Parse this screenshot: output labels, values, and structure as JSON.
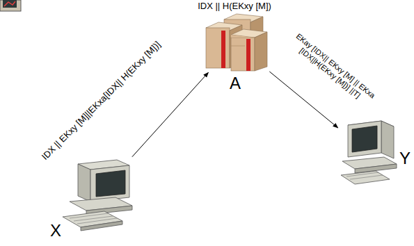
{
  "diagram": {
    "nodes": [
      {
        "text": [
          "IDX || H(EKxy [M])",
          "A"
        ]
      },
      {
        "text": [
          "Y"
        ]
      },
      {
        "text": [
          "X"
        ]
      }
    ],
    "edges": [
      {
        "from": 2,
        "to": 0,
        "arrow": "to",
        "label": "IDX || EKxy [M]||EKxa[IDX|| H(EKxy [M])]"
      },
      {
        "from": 0,
        "to": 1,
        "arrow": "to",
        "label": "EKay [IDX|| EKxy [M] || EKxa [IDX||H(EKxy [M])] ||T]"
      }
    ]
  }
}
